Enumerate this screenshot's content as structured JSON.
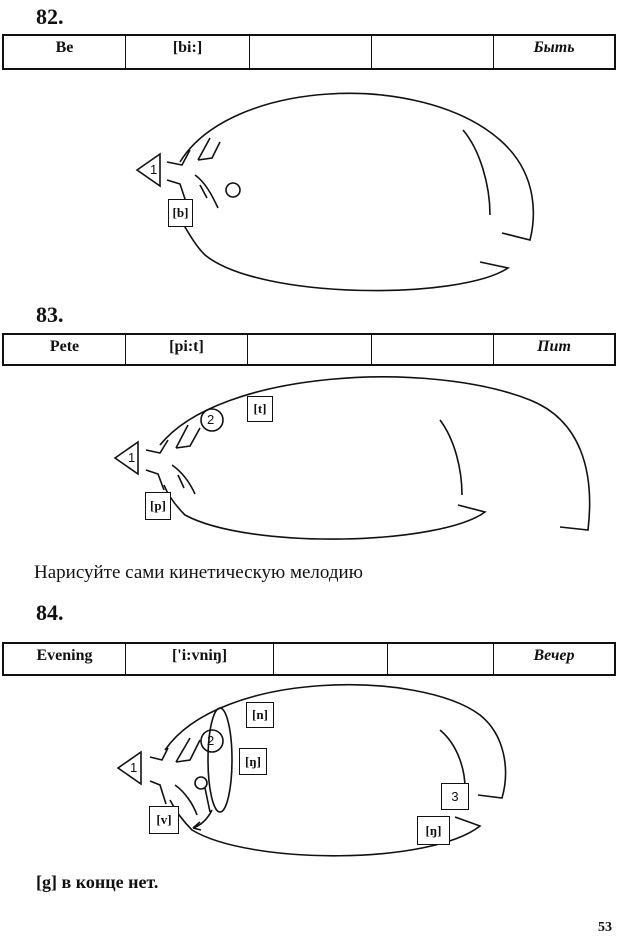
{
  "exercises": [
    {
      "number": "82.",
      "cells": [
        "Be",
        "[bi:]",
        "",
        "",
        "Быть"
      ],
      "labels": {
        "b": "[b]"
      },
      "tone": "1"
    },
    {
      "number": "83.",
      "cells": [
        "Pete",
        "[pi:t]",
        "",
        "",
        "Пит"
      ],
      "labels": {
        "t": "[t]",
        "p": "[p]"
      },
      "tone": "1",
      "mark": "2"
    },
    {
      "number": "84.",
      "cells": [
        "Evening",
        "['i:vniŋ]",
        "",
        "",
        "Вечер"
      ],
      "labels": {
        "n": "[n]",
        "ng1": "[ŋ]",
        "v": "[v]",
        "ng2": "[ŋ]"
      },
      "tone": "1",
      "mark": "2",
      "mark3": "3"
    }
  ],
  "instruction": "Нарисуйте сами кинетическую мелодию",
  "note": "[g] в конце нет.",
  "page_number": "53"
}
